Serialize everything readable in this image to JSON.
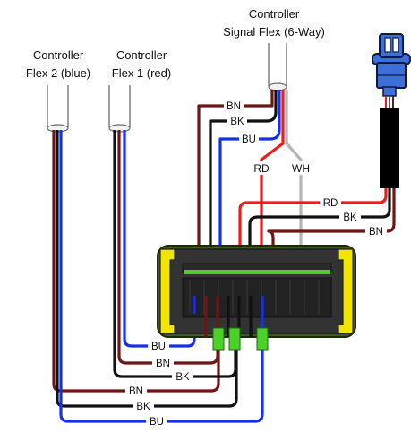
{
  "headers": {
    "signal_flex_line1": "Controller",
    "signal_flex_line2": "Signal Flex (6-Way)",
    "flex2_line1": "Controller",
    "flex2_line2": "Flex 2 (blue)",
    "flex1_line1": "Controller",
    "flex1_line2": "Flex 1 (red)"
  },
  "wire_labels": {
    "signal_bn": "BN",
    "signal_bk": "BK",
    "signal_bu": "BU",
    "signal_rd": "RD",
    "signal_wh": "WH",
    "conn_rd": "RD",
    "conn_bk": "BK",
    "conn_bn": "BN",
    "flex1_bu": "BU",
    "flex1_bn": "BN",
    "flex1_bk": "BK",
    "flex2_bn": "BN",
    "flex2_bk": "BK",
    "flex2_bu": "BU"
  },
  "colors": {
    "brown": "#6e1616",
    "black": "#111111",
    "blue": "#1530e6",
    "red": "#ee1b1b",
    "white_wire": "#b5b5b5",
    "board_green": "#3f5a22",
    "board_body": "#333333",
    "board_window": "#222222",
    "board_yellow": "#f2e600",
    "terminal_green": "#4bd226",
    "connector_blue": "#3c6fd8"
  }
}
